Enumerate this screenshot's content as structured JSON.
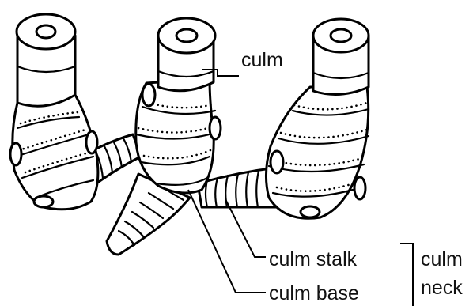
{
  "labels": {
    "culm": "culm",
    "culm_stalk": "culm stalk",
    "culm_base": "culm base",
    "culm_neck_line1": "culm",
    "culm_neck_line2": "neck"
  },
  "colors": {
    "ink": "#000000",
    "paper": "#ffffff"
  }
}
